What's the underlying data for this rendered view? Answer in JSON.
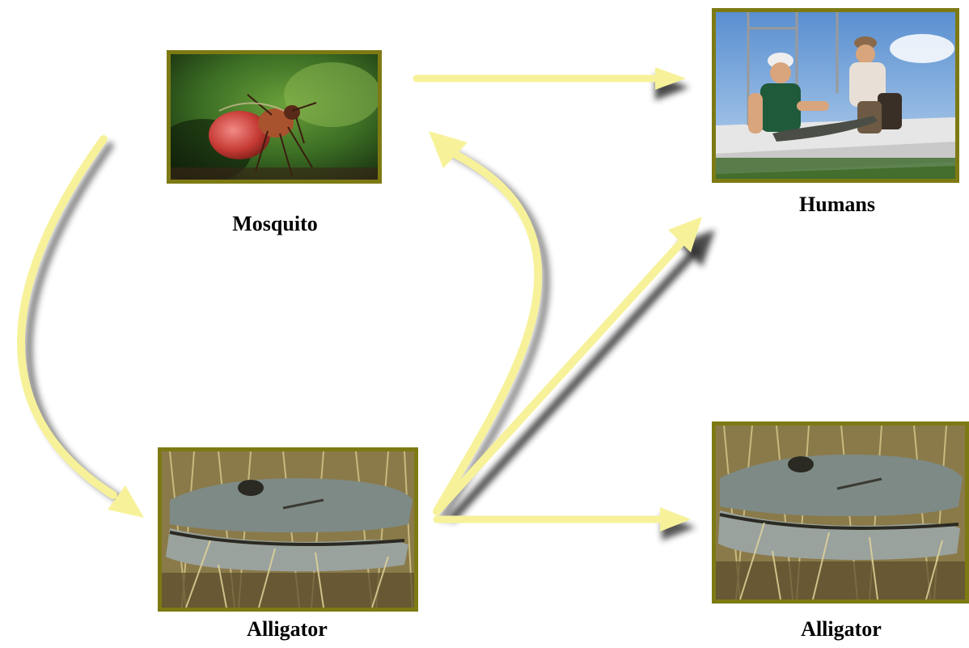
{
  "nodes": {
    "mosquito": {
      "label": "Mosquito",
      "photo": "mosquito-photo"
    },
    "humans": {
      "label": "Humans",
      "photo": "humans-alligator-handling-photo"
    },
    "alligator_source": {
      "label": "Alligator",
      "photo": "alligator-head-photo"
    },
    "alligator_target": {
      "label": "Alligator",
      "photo": "alligator-head-photo"
    }
  },
  "edges": [
    {
      "from": "mosquito",
      "to": "humans"
    },
    {
      "from": "mosquito",
      "to": "alligator_source"
    },
    {
      "from": "alligator_source",
      "to": "mosquito"
    },
    {
      "from": "alligator_source",
      "to": "humans"
    },
    {
      "from": "alligator_source",
      "to": "alligator_target"
    }
  ],
  "colors": {
    "arrow": "#f7f29a",
    "arrow_shadow": "#2b2b2b",
    "frame": "#7d7a14"
  }
}
